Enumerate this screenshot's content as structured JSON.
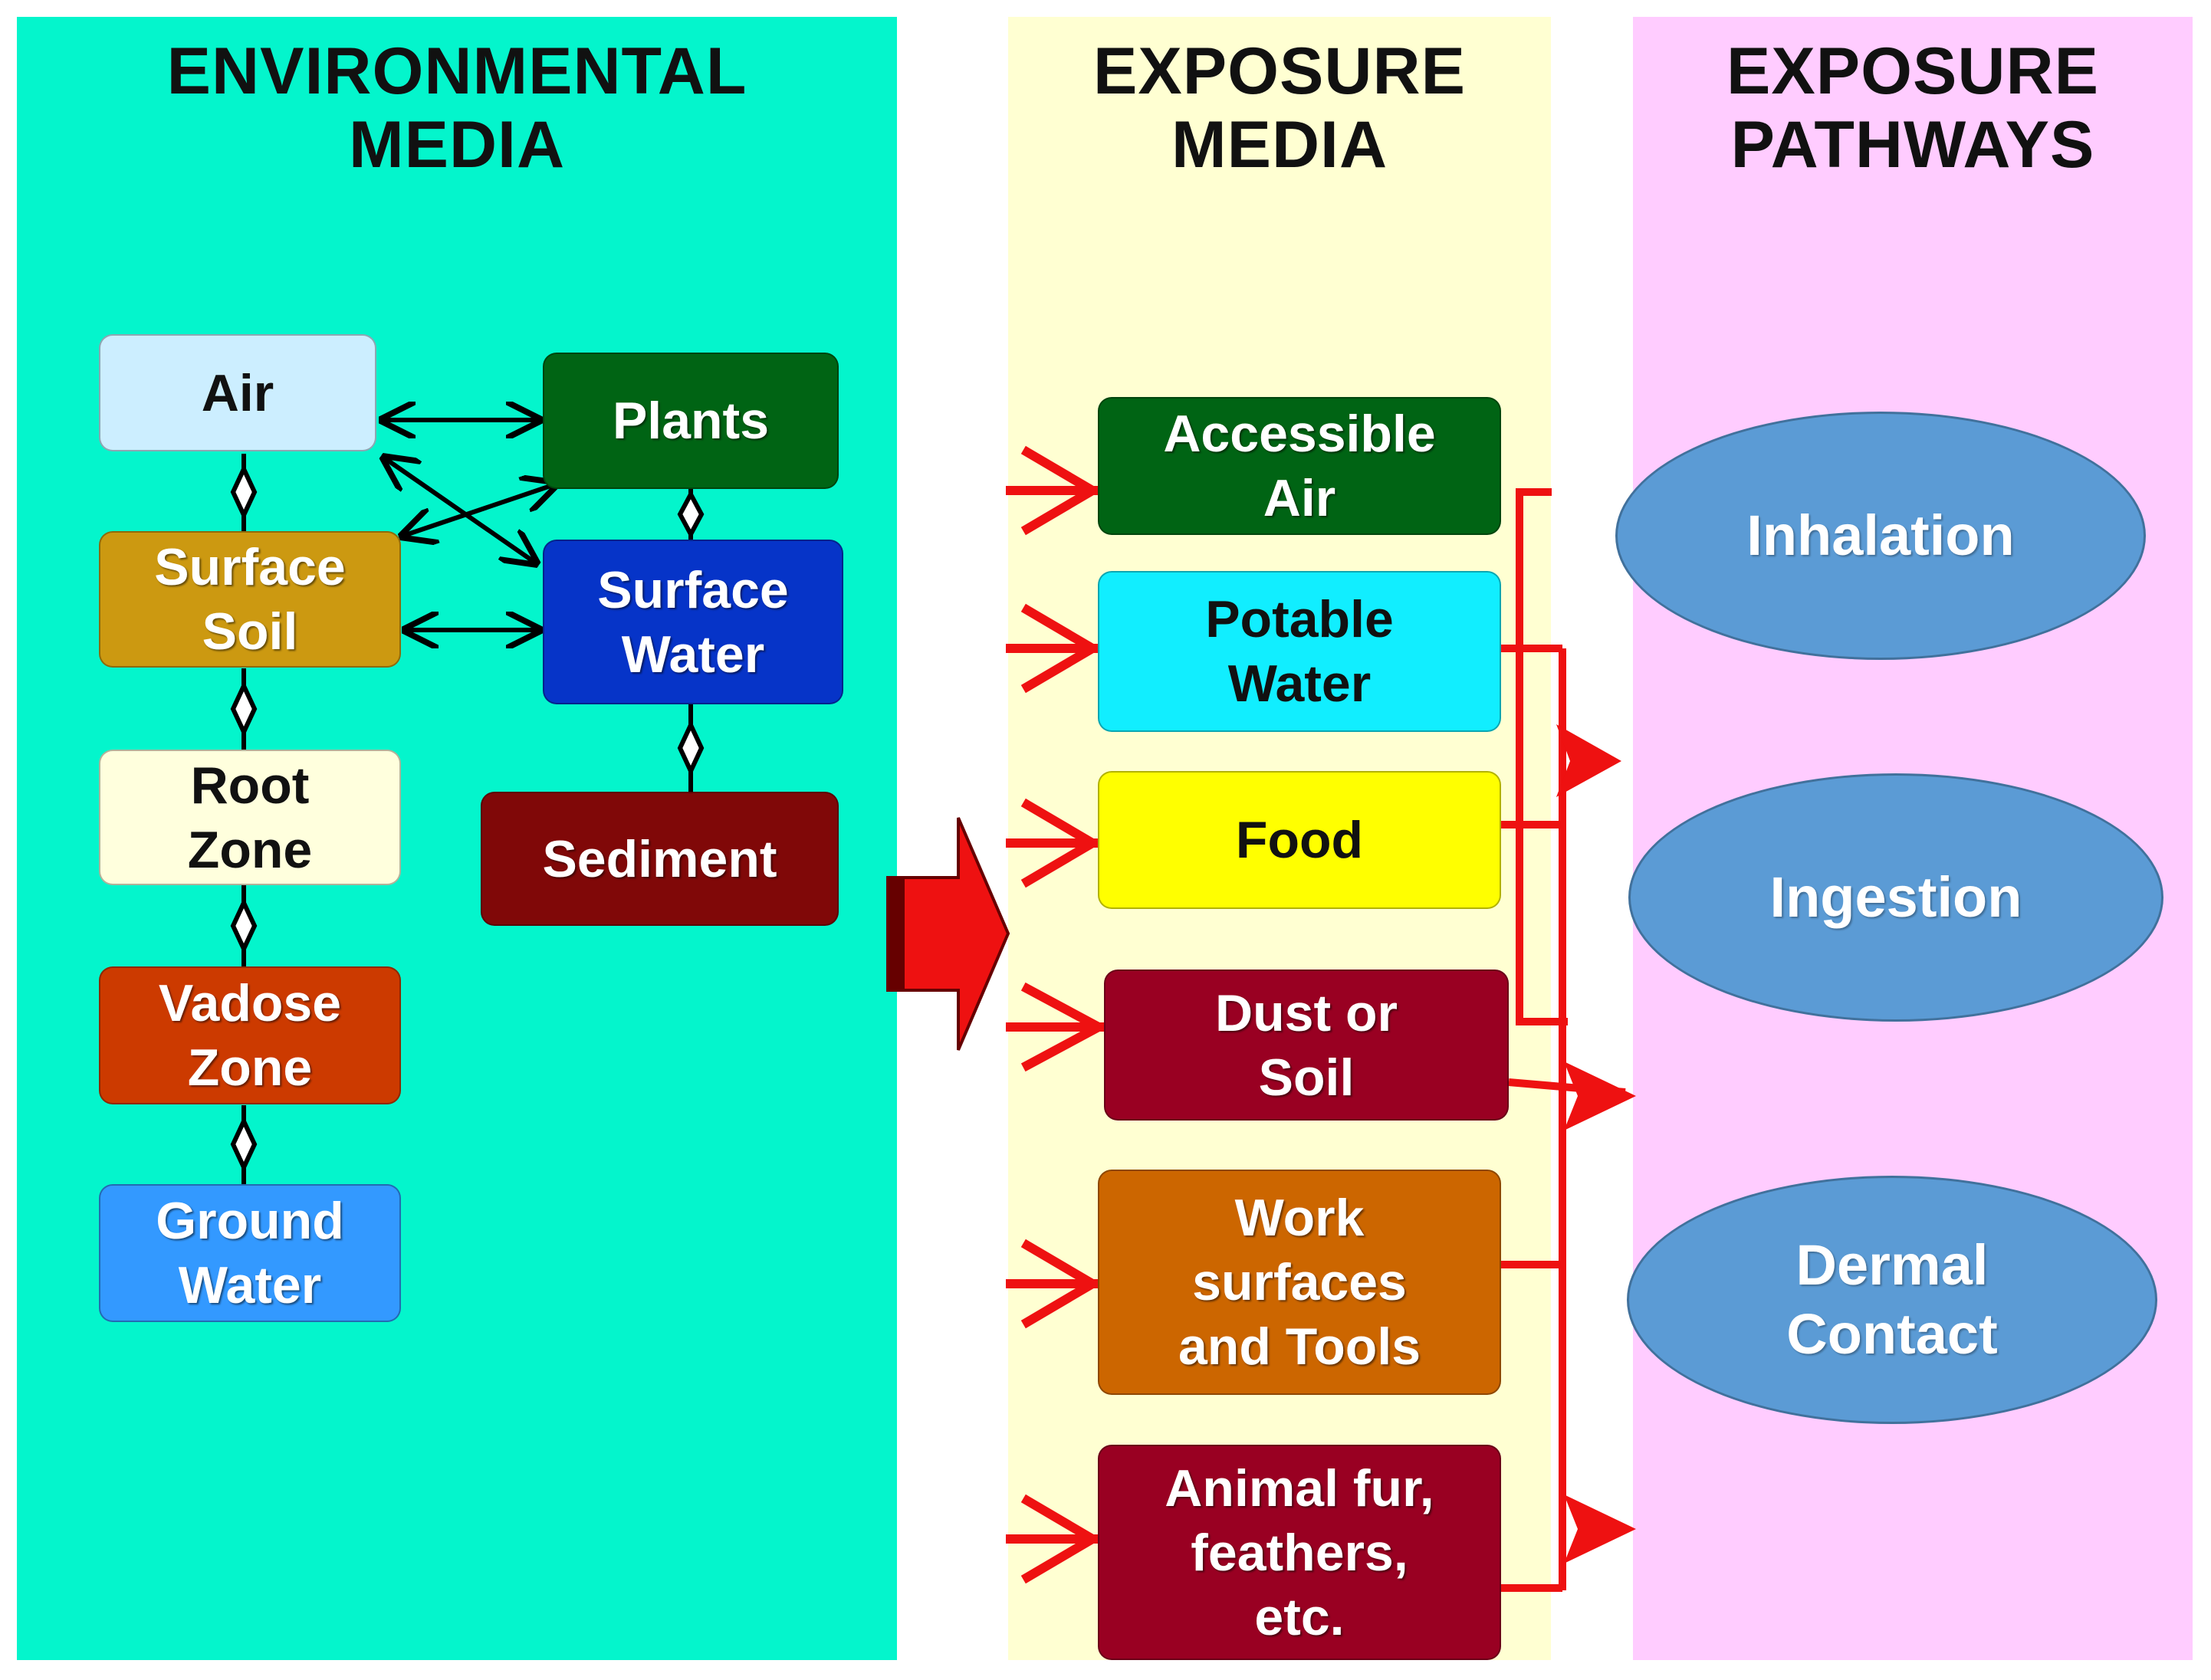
{
  "headers": {
    "environmental_media": "ENVIRONMENTAL\nMEDIA",
    "exposure_media": "EXPOSURE\nMEDIA",
    "exposure_pathways": "EXPOSURE\nPATHWAYS"
  },
  "environmental_media": {
    "air": "Air",
    "plants": "Plants",
    "surface_soil": "Surface\nSoil",
    "surface_water": "Surface\nWater",
    "root_zone": "Root\nZone",
    "sediment": "Sediment",
    "vadose_zone": "Vadose\nZone",
    "ground_water": "Ground\nWater"
  },
  "exposure_media": {
    "accessible_air": "Accessible\nAir",
    "potable_water": "Potable\nWater",
    "food": "Food",
    "dust_or_soil": "Dust or\nSoil",
    "work_surfaces": "Work\nsurfaces\nand Tools",
    "animal_fur": "Animal fur,\nfeathers,\netc."
  },
  "exposure_pathways": {
    "inhalation": "Inhalation",
    "ingestion": "Ingestion",
    "dermal": "Dermal\nContact"
  },
  "colors": {
    "env_panel": "#04F5CC",
    "exposure_panel": "#FFFFD2",
    "pathway_panel": "#FFCCFF",
    "arrow_red": "#EE1111"
  }
}
